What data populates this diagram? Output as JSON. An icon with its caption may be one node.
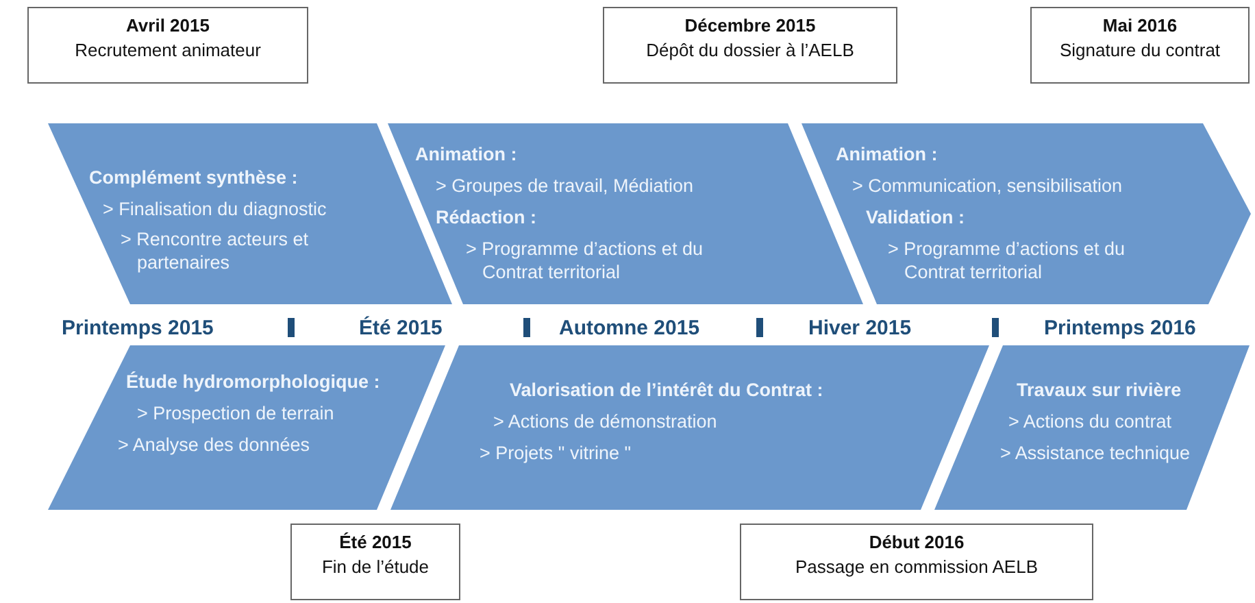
{
  "diagram": {
    "nodes": [
      {
        "text": [
          "Avril 2015",
          "Recrutement animateur"
        ]
      },
      {
        "text": [
          "Décembre 2015",
          "Dépôt du dossier à l’AELB"
        ]
      },
      {
        "text": [
          "Mai 2016",
          "Signature du contrat"
        ]
      },
      {
        "text": [
          "Complément synthèse :",
          "> Finalisation du diagnostic",
          "> Rencontre acteurs et partenaires"
        ]
      },
      {
        "text": [
          "Animation :",
          "> Groupes de travail, Médiation",
          "Rédaction :",
          "> Programme d’actions et du Contrat territorial"
        ]
      },
      {
        "text": [
          "Animation :",
          "> Communication, sensibilisation",
          "Validation :",
          "> Programme d’actions et du Contrat territorial"
        ]
      },
      {
        "text": [
          "Étude hydromorphologique :",
          "> Prospection de terrain",
          "> Analyse des données"
        ]
      },
      {
        "text": [
          "Valorisation de l’intérêt du Contrat :",
          "> Actions de démonstration",
          "> Projets \" vitrine \""
        ]
      },
      {
        "text": [
          "Travaux sur rivière",
          "> Actions du contrat",
          "> Assistance technique"
        ]
      },
      {
        "text": [
          "Été 2015",
          "Fin de l’étude"
        ]
      },
      {
        "text": [
          "Début 2016",
          "Passage en commission AELB"
        ]
      }
    ],
    "edges": [],
    "labels": [
      "Printemps 2015",
      "Été 2015",
      "Automne 2015",
      "Hiver 2015",
      "Printemps 2016"
    ]
  }
}
